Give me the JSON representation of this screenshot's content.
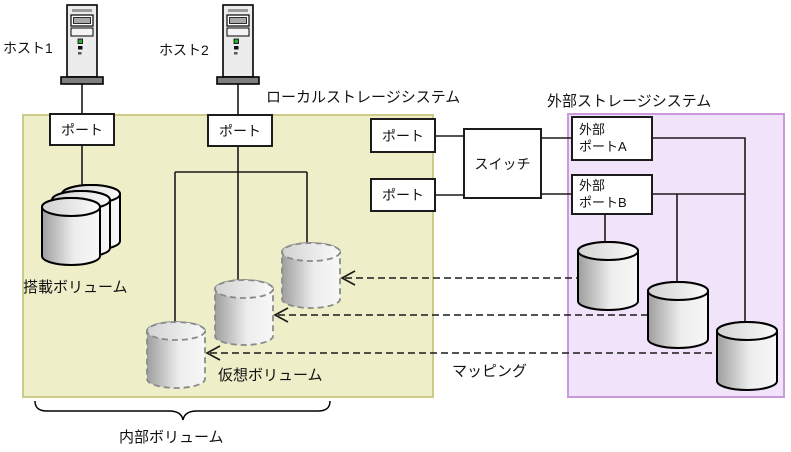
{
  "hosts": [
    {
      "label": "ホスト1"
    },
    {
      "label": "ホスト2"
    }
  ],
  "local_system": {
    "title": "ローカルストレージシステム",
    "ports": [
      "ポート",
      "ポート",
      "ポート",
      "ポート"
    ],
    "mounted_volume_label": "搭載ボリューム",
    "virtual_volume_label": "仮想ボリューム"
  },
  "switch_label": "スイッチ",
  "external_system": {
    "title": "外部ストレージシステム",
    "port_a_line1": "外部",
    "port_a_line2": "ポートA",
    "port_b_line1": "外部",
    "port_b_line2": "ポートB"
  },
  "mapping_label": "マッピング",
  "internal_volume_label": "内部ボリューム",
  "colors": {
    "local_box_fill": "#eeeec8",
    "local_box_border": "#cccc88",
    "external_box_fill": "#f0e3fa",
    "external_box_border": "#cc99dd",
    "line_color": "#1a1a1a",
    "cylinder_dark": "#9e9e9e",
    "cylinder_light": "#f7f7f7"
  }
}
